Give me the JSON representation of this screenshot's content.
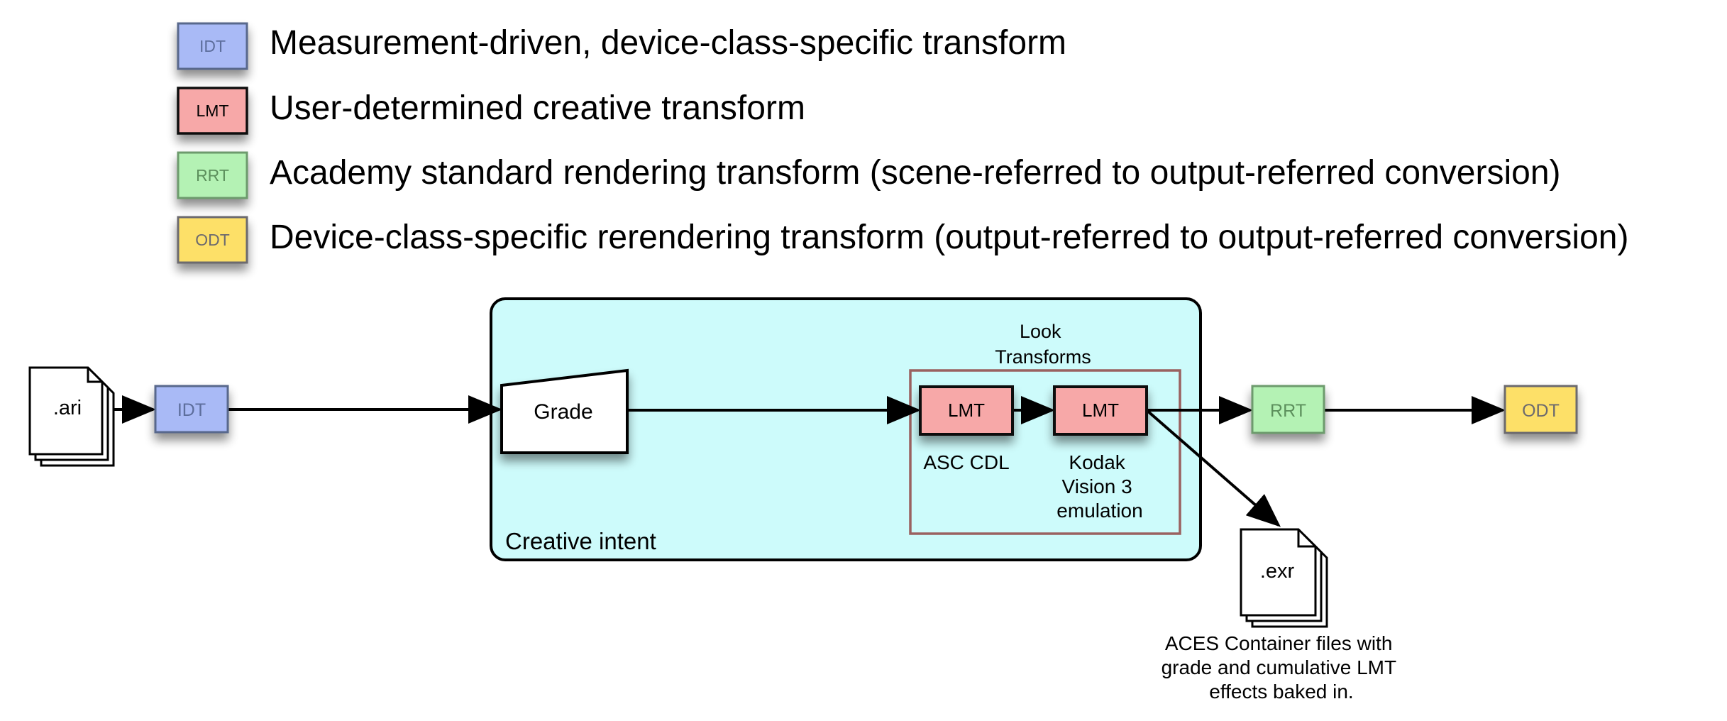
{
  "colors": {
    "idt": "#a9baf6",
    "lmt": "#f7a8a8",
    "rrt": "#b4f2b4",
    "odt": "#fde067",
    "creative_bg": "#cdfbfb",
    "look_border": "#9a6160",
    "box_border": "#59688c",
    "lmt_border": "#111111",
    "rrt_border": "#6d9b6d",
    "odt_border": "#6c6a6e",
    "arrow": "#000000",
    "text": "#000000"
  },
  "legend": [
    {
      "tag": "IDT",
      "kind": "idt",
      "text": "Measurement-driven, device-class-specific transform"
    },
    {
      "tag": "LMT",
      "kind": "lmt",
      "text": "User-determined creative transform"
    },
    {
      "tag": "RRT",
      "kind": "rrt",
      "text": "Academy standard rendering transform (scene-referred to output-referred conversion)"
    },
    {
      "tag": "ODT",
      "kind": "odt",
      "text": "Device-class-specific rerendering transform (output-referred to output-referred conversion)"
    }
  ],
  "pipeline": {
    "input_file": ".ari",
    "idt_label": "IDT",
    "grade_label": "Grade",
    "creative_intent_label": "Creative intent",
    "look_transforms_label": [
      "Look",
      "Transforms"
    ],
    "lmt1_label": "LMT",
    "lmt1_caption": "ASC CDL",
    "lmt2_label": "LMT",
    "lmt2_caption": [
      "Kodak",
      "Vision 3",
      "emulation"
    ],
    "rrt_label": "RRT",
    "odt_label": "ODT",
    "output_file": ".exr",
    "output_caption": [
      "ACES Container files with",
      "grade and cumulative LMT",
      "effects baked in."
    ]
  }
}
